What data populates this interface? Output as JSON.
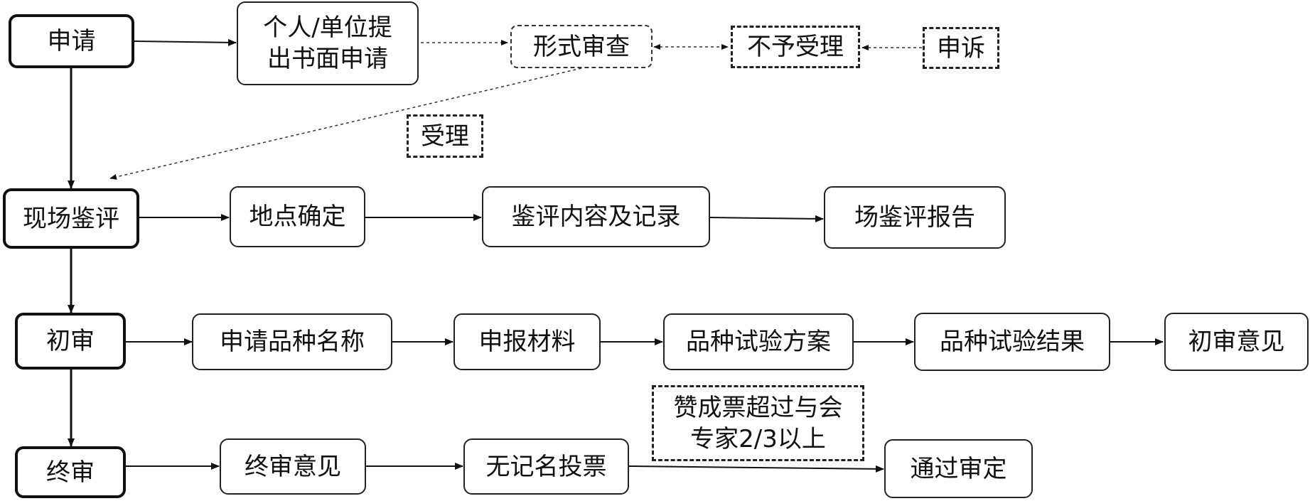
{
  "nodes": {
    "apply": "申请",
    "submit": "个人/单位提\n出书面申请",
    "formal_review": "形式审查",
    "reject": "不予受理",
    "appeal": "申诉",
    "accept": "受理",
    "onsite": "现场鉴评",
    "location": "地点确定",
    "content_record": "鉴评内容及记录",
    "report": "场鉴评报告",
    "prelim": "初审",
    "variety_name": "申请品种名称",
    "materials": "申报材料",
    "test_plan": "品种试验方案",
    "test_result": "品种试验结果",
    "prelim_opinion": "初审意见",
    "final": "终审",
    "final_opinion": "终审意见",
    "anon_vote": "无记名投票",
    "vote_rule": "赞成票超过与会\n专家2/3以上",
    "approved": "通过审定"
  }
}
